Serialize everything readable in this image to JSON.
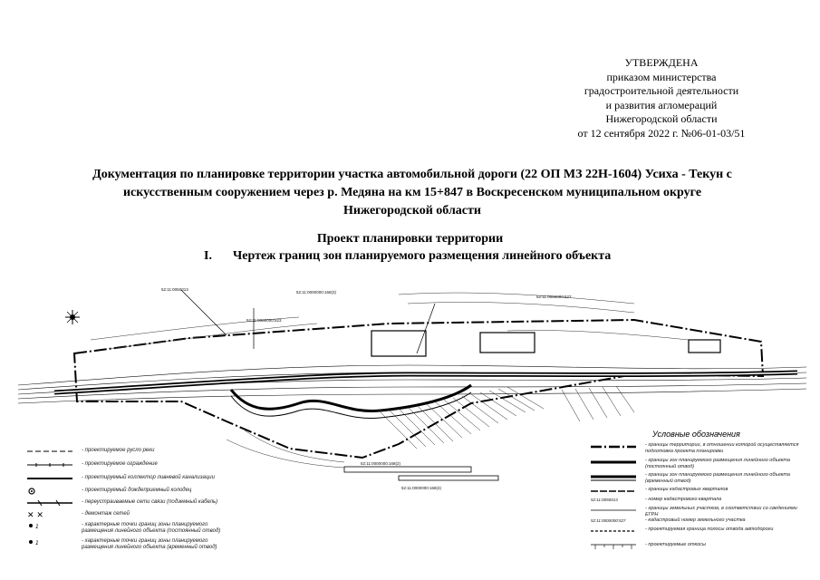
{
  "approval": {
    "line1": "УТВЕРЖДЕНА",
    "line2": "приказом министерства",
    "line3": "градостроительной деятельности",
    "line4": "и развития агломераций",
    "line5": "Нижегородской области",
    "line6": "от 12 сентября 2022 г. №06-01-03/51"
  },
  "title": {
    "line1": "Документация по планировке территории участка автомобильной дороги (22 ОП МЗ 22Н-1604) Усиха - Текун с",
    "line2": "искусственным сооружением через р. Медяна на км 15+847 в Воскресенском муниципальном округе",
    "line3": "Нижегородской области"
  },
  "section": {
    "title": "Проект планировки территории",
    "number": "I.",
    "subtitle": "Чертеж границ зон планируемого размещения линейного объекта"
  },
  "drawing": {
    "cadastral_labels": [
      "52:11:0050013",
      "52:11:0000000:523",
      "52:11:0000000:168(3)",
      "52:11:0000000:527",
      "52:11:0000000:168(2)",
      "52:11:0000000:168(4)"
    ]
  },
  "legend": {
    "title": "Условные обозначения",
    "left_items": [
      "- проектируемое русло реки",
      "- проектируемое ограждение",
      "- проектируемый коллектор ливневой канализации",
      "- проектируемый дождеприемный колодец",
      "- переустраиваемые сети связи (подземный кабель)",
      "- демонтаж сетей",
      "- характерные точки границ зоны планируемого размещения линейного объекта (постоянный отвод)",
      "- характерные точки границ зоны планируемого размещения линейного объекта (временный отвод)"
    ],
    "right_items": [
      "- границы территории, в отношении которой осуществляется подготовка проекта планировки",
      "- границы зон планируемого размещения линейного объекта (постоянный отвод)",
      "- границы зон планируемого размещения линейного объекта (временный отвод)",
      "- границы кадастровых кварталов",
      "- номер кадастрового квартала",
      "- границы земельных участков, в соответствии со сведениями ЕГРН",
      "- кадастровый номер земельного участка",
      "- проектируемая граница полосы отвода автодороги",
      "- проектируемые откосы"
    ],
    "right_sample_labels": [
      "52:11:0050013",
      "52:11:0000000:527"
    ]
  }
}
